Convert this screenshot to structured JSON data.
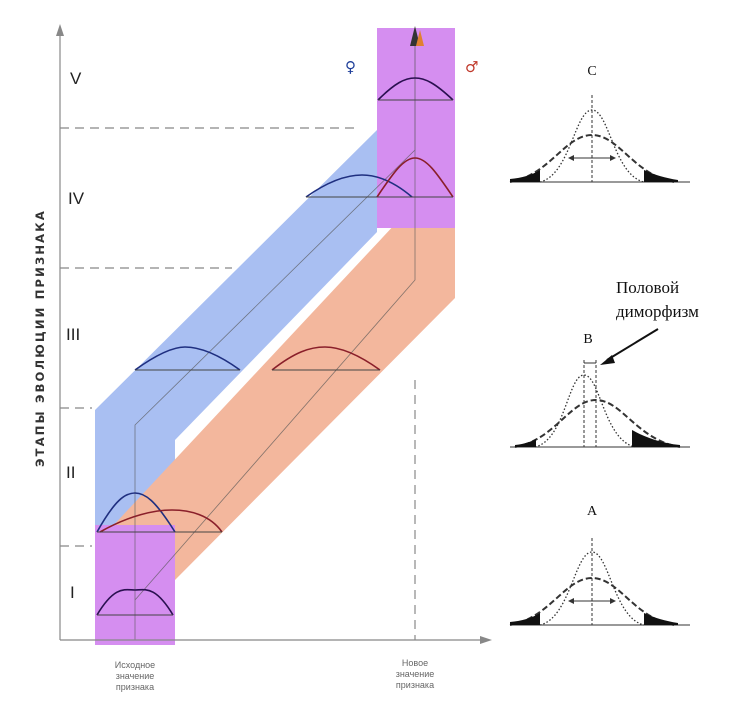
{
  "axis": {
    "y_title": "ЭТАПЫ ЭВОЛЮЦИИ ПРИЗНАКА",
    "x_origin_label": [
      "Исходное",
      "значение",
      "признака"
    ],
    "x_new_label": [
      "Новое",
      "значение",
      "признака"
    ]
  },
  "stages": [
    "I",
    "II",
    "III",
    "IV",
    "V"
  ],
  "symbols": {
    "female": "♀",
    "male": "♂",
    "female_color": "#1f3f9a",
    "male_color": "#c0392b"
  },
  "colors": {
    "overlap": "#d58ef0",
    "female_band": "#a9bff2",
    "male_band": "#f3b79d",
    "female_curve": "#1f2f80",
    "male_curve": "#8a1f2a",
    "common_curve": "#2a1050"
  },
  "panels": {
    "A": "A",
    "B": "B",
    "C": "C",
    "dimorphism_label": [
      "Половой",
      "диморфизм"
    ]
  }
}
